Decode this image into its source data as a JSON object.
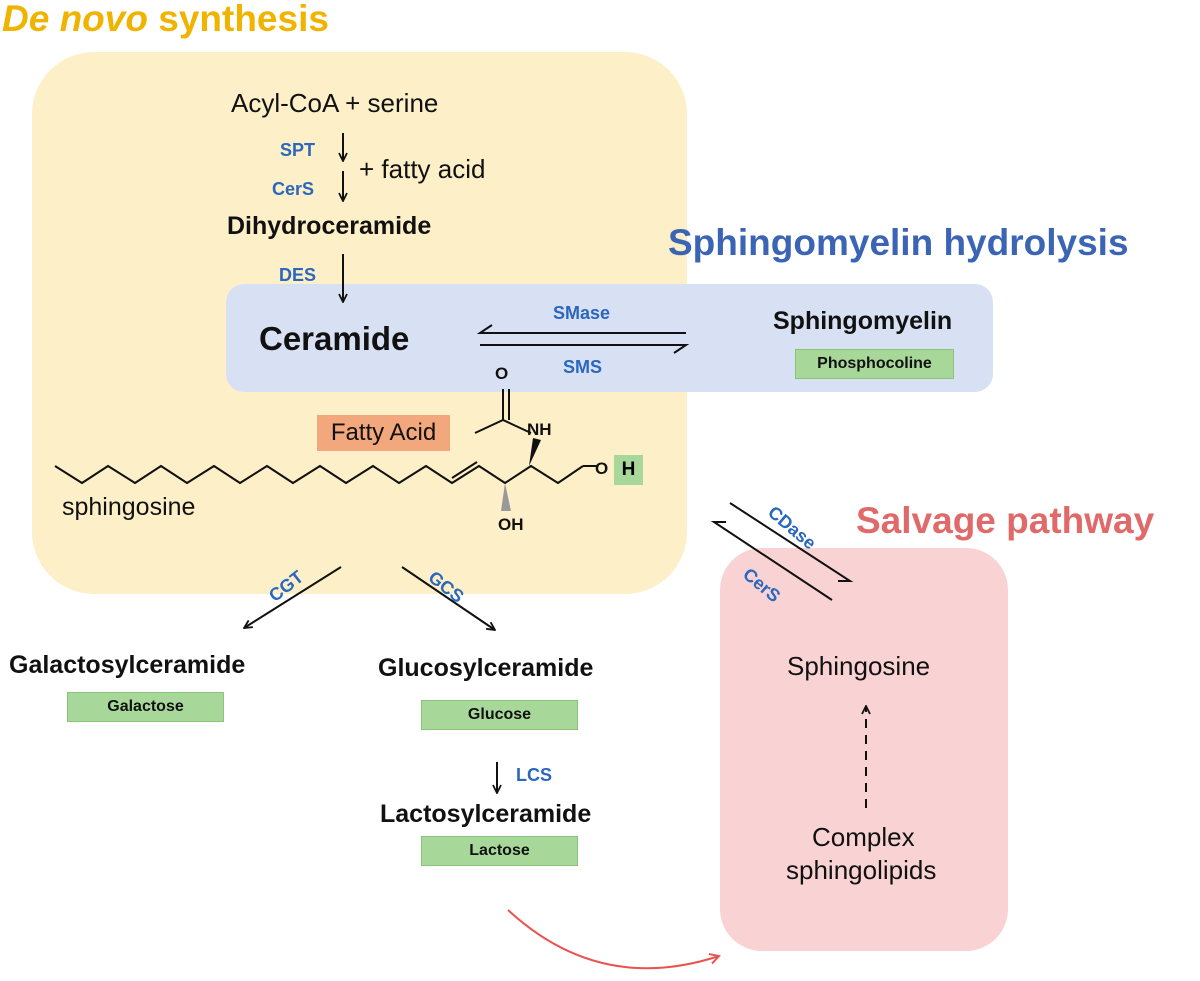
{
  "titles": {
    "denovo_italic": "De novo",
    "denovo_rest": " synthesis",
    "hydrolysis": "Sphingomyelin hydrolysis",
    "salvage": "Salvage pathway"
  },
  "denovo": {
    "start": "Acyl-CoA + serine",
    "enzyme_spt": "SPT",
    "plus_fatty_acid": "+ fatty acid",
    "enzyme_cers": "CerS",
    "dihydroceramide": "Dihydroceramide",
    "enzyme_des": "DES"
  },
  "hydrolysis": {
    "ceramide": "Ceramide",
    "enzyme_smase": "SMase",
    "enzyme_sms": "SMS",
    "sphingomyelin": "Sphingomyelin",
    "phosphocoline": "Phosphocoline"
  },
  "structure": {
    "fatty_acid": "Fatty Acid",
    "sphingosine_label": "sphingosine",
    "o_label": "O",
    "nh_label": "NH",
    "oh_label": "OH",
    "o_terminal": "O",
    "h_label": "H"
  },
  "glyco": {
    "enzyme_cgt": "CGT",
    "enzyme_gcs": "GCS",
    "galactosylceramide": "Galactosylceramide",
    "galactose": "Galactose",
    "glucosylceramide": "Glucosylceramide",
    "glucose": "Glucose",
    "enzyme_lcs": "LCS",
    "lactosylceramide": "Lactosylceramide",
    "lactose": "Lactose"
  },
  "salvage": {
    "enzyme_cdase": "CDase",
    "enzyme_cers": "CerS",
    "sphingosine": "Sphingosine",
    "complex_line1": "Complex",
    "complex_line2": "sphingolipids"
  },
  "colors": {
    "denovo": "#f0b400",
    "hydrolysis": "#3b64b5",
    "salvage": "#e06a6a",
    "enzyme": "#2a67bd"
  }
}
